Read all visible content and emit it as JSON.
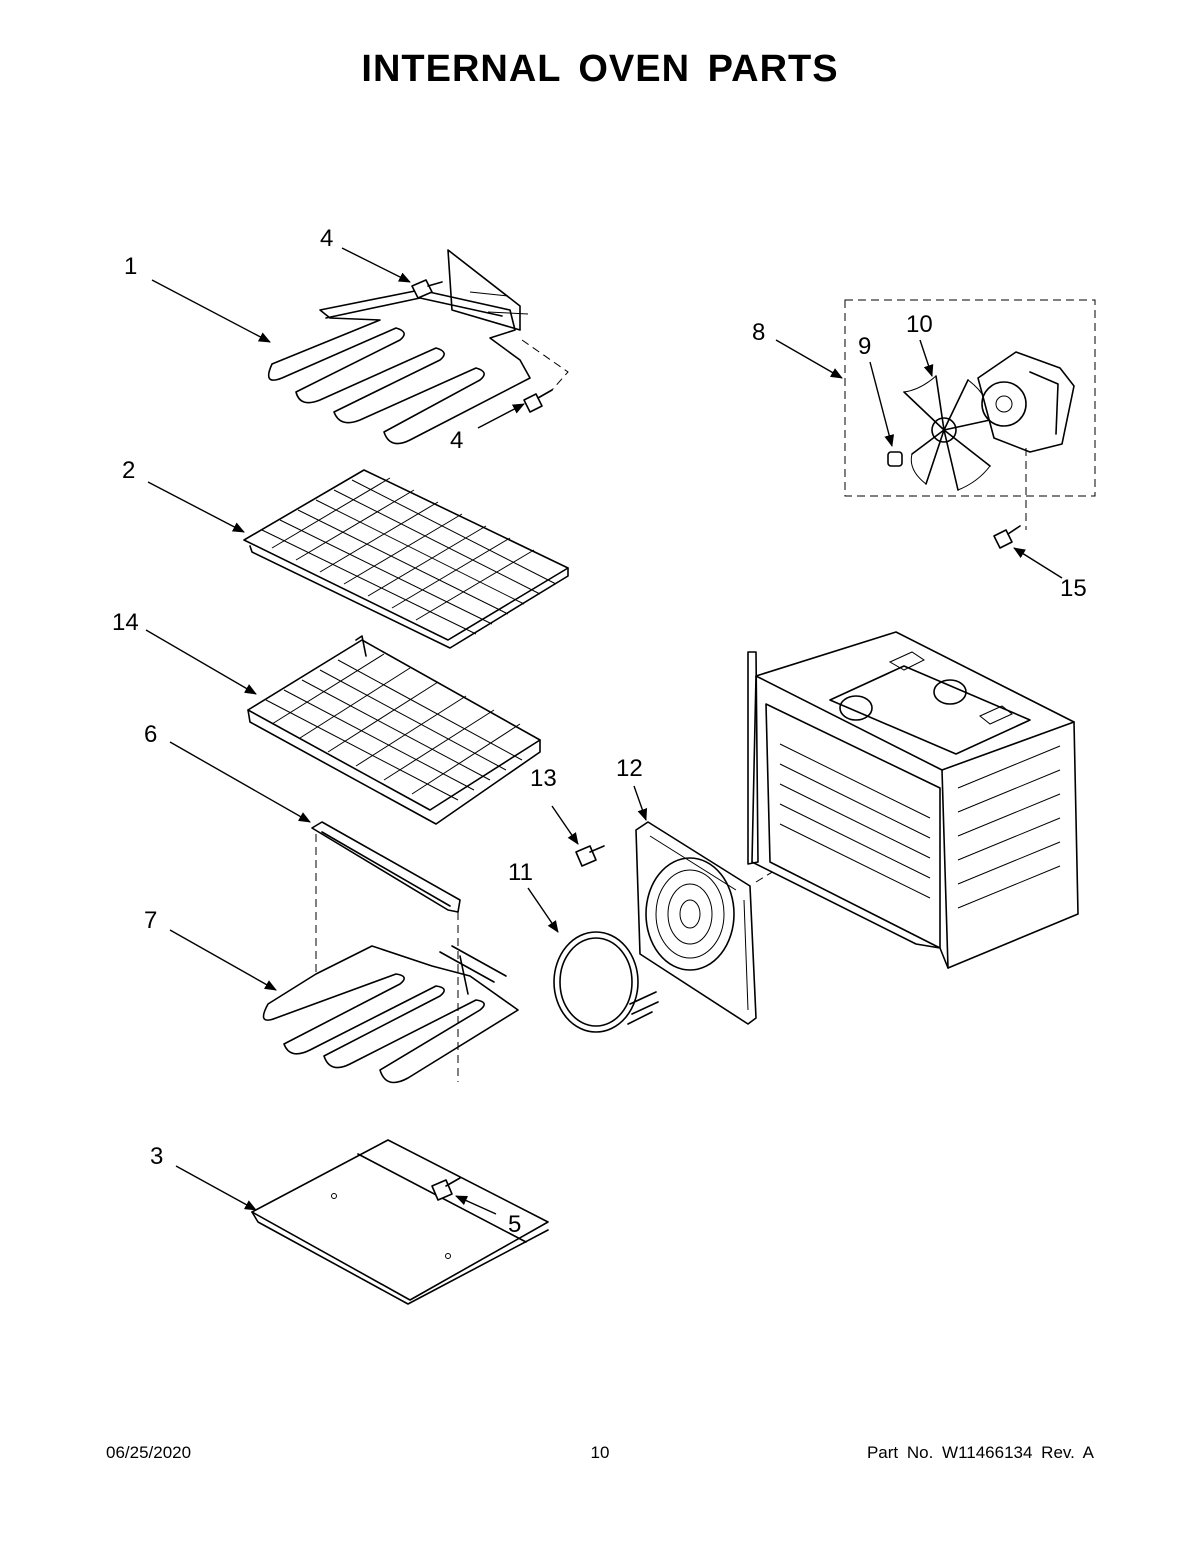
{
  "title": "INTERNAL OVEN PARTS",
  "callouts": {
    "c1": "1",
    "c2": "2",
    "c3": "3",
    "c4a": "4",
    "c4b": "4",
    "c5": "5",
    "c6": "6",
    "c7": "7",
    "c8": "8",
    "c9": "9",
    "c10": "10",
    "c11": "11",
    "c12": "12",
    "c13": "13",
    "c14": "14",
    "c15": "15"
  },
  "footer": {
    "date": "06/25/2020",
    "page": "10",
    "part": "Part No.  W11466134  Rev.  A"
  }
}
